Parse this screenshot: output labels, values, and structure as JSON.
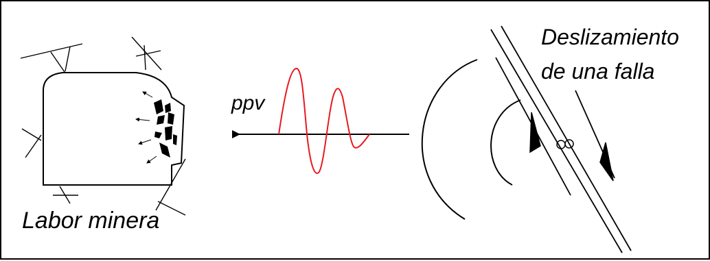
{
  "labels": {
    "mine": "Labor minera",
    "wave": "ppv",
    "fault_line1": "Deslizamiento",
    "fault_line2": "de una falla"
  },
  "colors": {
    "stroke": "#000000",
    "wave": "#e8191f",
    "background": "#ffffff"
  }
}
